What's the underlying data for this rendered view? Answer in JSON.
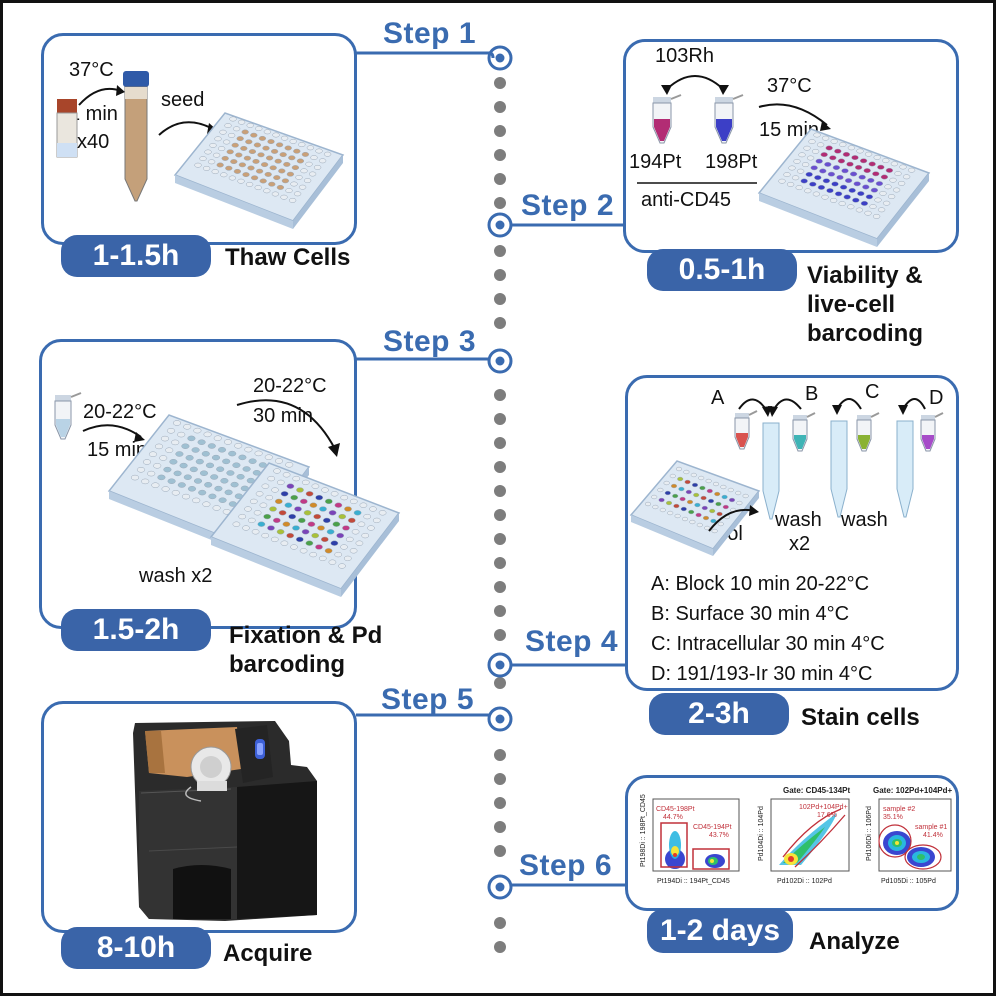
{
  "steps": [
    {
      "label": "Step 1",
      "duration": "1-1.5h",
      "caption": "Thaw Cells",
      "labels": {
        "temp": "37°C",
        "time": "1 min",
        "reps": "x40",
        "seed": "seed"
      }
    },
    {
      "label": "Step 2",
      "duration": "0.5-1h",
      "caption_lines": [
        "Viability &",
        "live-cell",
        "barcoding"
      ],
      "labels": {
        "rh": "103Rh",
        "temp": "37°C",
        "time": "15 min",
        "pt1": "194Pt",
        "pt2": "198Pt",
        "antibody": "anti-CD45"
      }
    },
    {
      "label": "Step 3",
      "duration": "1.5-2h",
      "caption_lines": [
        "Fixation & Pd",
        "barcoding"
      ],
      "labels": {
        "temp1": "20-22°C",
        "time1": "15 min",
        "temp2": "20-22°C",
        "time2": "30 min",
        "wash": "wash x2"
      }
    },
    {
      "label": "Step 4",
      "duration": "2-3h",
      "caption": "Stain cells",
      "labels": {
        "a": "A",
        "b": "B",
        "c": "C",
        "d": "D",
        "pool": "pool",
        "wash1": "wash",
        "wash1b": "x2",
        "wash2": "wash"
      },
      "legend": [
        "A: Block 10 min 20-22°C",
        "B: Surface 30 min 4°C",
        "C: Intracellular 30 min 4°C",
        "D: 191/193-Ir 30 min 4°C"
      ]
    },
    {
      "label": "Step 5",
      "duration": "8-10h",
      "caption": "Acquire"
    },
    {
      "label": "Step 6",
      "duration": "1-2 days",
      "caption": "Analyze",
      "plots": [
        {
          "title": "",
          "ylabel": "Pt198Di :: 198Pt_CD45",
          "xlabel": "Pt194Di :: 194Pt_CD45",
          "gates": [
            {
              "name": "CD45-198Pt",
              "pct": "44.7%"
            },
            {
              "name": "CD45-194Pt",
              "pct": "43.7%"
            }
          ]
        },
        {
          "title": "Gate: CD45-134Pt",
          "ylabel": "Pd104Di :: 104Pd",
          "xlabel": "Pd102Di :: 102Pd",
          "gates": [
            {
              "name": "102Pd+104Pd+",
              "pct": "17.6%"
            }
          ]
        },
        {
          "title": "Gate: 102Pd+104Pd+",
          "ylabel": "Pd106Di :: 106Pd",
          "xlabel": "Pd105Di :: 105Pd",
          "gates": [
            {
              "name": "sample #2",
              "pct": "35.1%"
            },
            {
              "name": "sample #1",
              "pct": "41.4%"
            }
          ]
        }
      ]
    }
  ],
  "colors": {
    "accent": "#3a6bb0",
    "pill": "#3a64a8",
    "timeline": "#7a7a7a"
  }
}
